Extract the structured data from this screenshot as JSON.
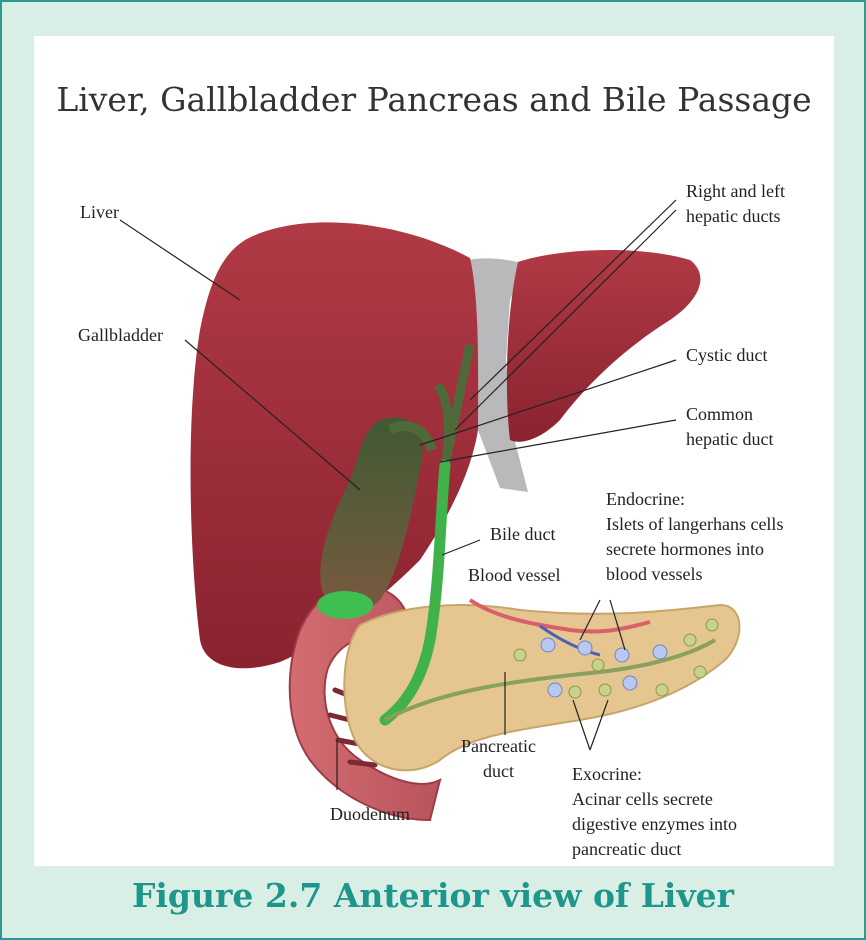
{
  "title": "Liver, Gallbladder Pancreas and Bile Passage",
  "caption": "Figure 2.7 Anterior view of Liver",
  "labels": {
    "liver": "Liver",
    "gallbladder": "Gallbladder",
    "hepatic_ducts_1": "Right and left",
    "hepatic_ducts_2": "hepatic ducts",
    "cystic_duct": "Cystic duct",
    "common_hepatic_1": "Common",
    "common_hepatic_2": "hepatic duct",
    "endocrine_1": "Endocrine:",
    "endocrine_2": "Islets of langerhans cells",
    "endocrine_3": "secrete hormones into",
    "endocrine_4": "blood vessels",
    "bile_duct": "Bile duct",
    "blood_vessel": "Blood vessel",
    "pancreatic_duct_1": "Pancreatic",
    "pancreatic_duct_2": "duct",
    "exocrine_1": "Exocrine:",
    "exocrine_2": "Acinar cells secrete",
    "exocrine_3": "digestive enzymes into",
    "exocrine_4": "pancreatic duct",
    "duodenum": "Duodenum"
  },
  "colors": {
    "accent": "#1e968c",
    "background": "#d9efe6",
    "liver": "#9c2a35",
    "gallbladder": "#4a6a3a",
    "duct": "#3fb24a",
    "pancreas": "#e6c690",
    "duodenum": "#c9656a"
  }
}
